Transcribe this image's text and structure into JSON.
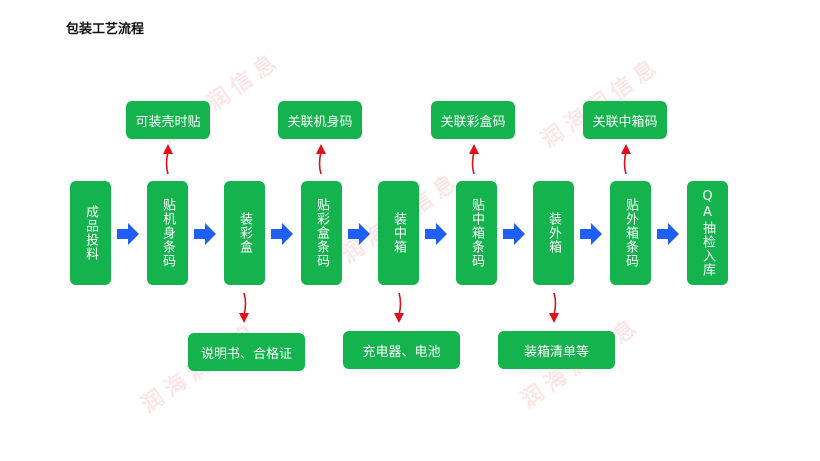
{
  "title": "包装工艺流程",
  "steps": [
    "成品投料",
    "贴机身条码",
    "装彩盒",
    "贴彩盒条码",
    "装中箱",
    "贴中箱条码",
    "装外箱",
    "贴外箱条码",
    "QA抽检入库"
  ],
  "top_notes": [
    "可装壳时贴",
    "关联机身码",
    "关联彩盒码",
    "关联中箱码"
  ],
  "bottom_notes": [
    "说明书、合格证",
    "充电器、电池",
    "装箱清单等"
  ],
  "watermark": "润海润信息",
  "colors": {
    "step": "#15b34d",
    "flow_arrow": "#1f5ff5",
    "branch_arrow": "#e0101a"
  }
}
